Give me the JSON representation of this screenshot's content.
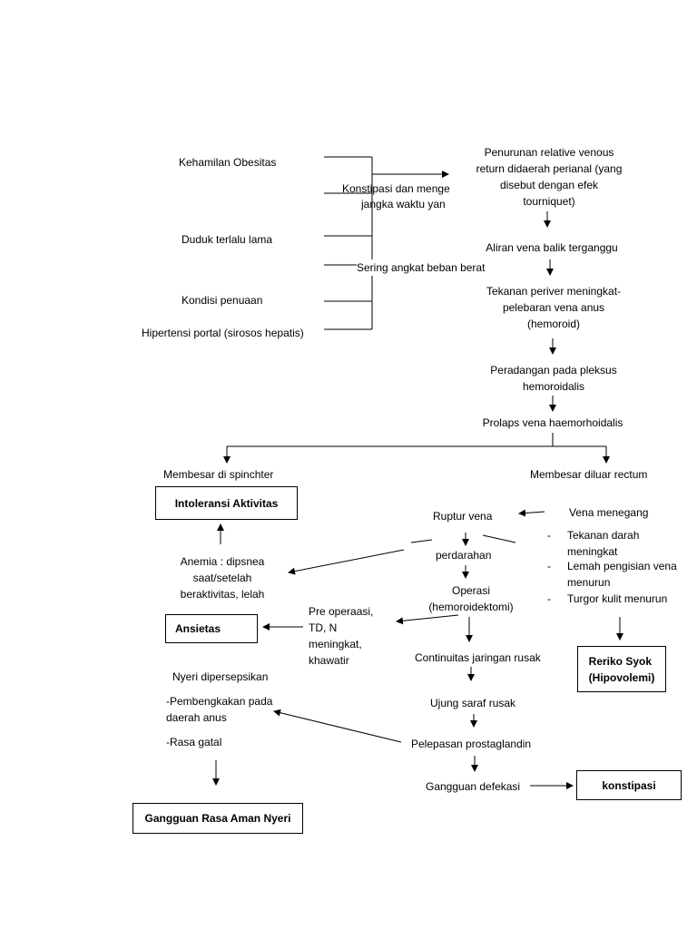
{
  "causes": {
    "kehamilan": "Kehamilan Obesitas",
    "duduk": "Duduk terlalu lama",
    "kondisi": "Kondisi penuaan",
    "hipertensi": "Hipertensi portal (sirosos hepatis)",
    "konstipasi_line1": "Konstipasi dan menge",
    "konstipasi_line2": "jangka waktu yan",
    "angkat": "Sering angkat beban berat"
  },
  "chain": {
    "penurunan": "Penurunan relative venous\nreturn didaerah perianal (yang\ndisebut dengan efek\ntourniquet)",
    "aliran": "Aliran vena balik terganggu",
    "tekanan": "Tekanan periver meningkat-\npelebaran vena anus\n(hemoroid)",
    "peradangan": "Peradangan pada pleksus\nhemoroidalis",
    "prolaps": "Prolaps vena haemorhoidalis"
  },
  "left_branch": {
    "membesar_spinchter": "Membesar di spinchter",
    "intoleransi": "Intoleransi Aktivitas",
    "anemia": "Anemia : dipsnea\nsaat/setelah\nberaktivitas, lelah",
    "ansietas": "Ansietas",
    "nyeri": "Nyeri dipersepsikan",
    "pembengkakan": "-Pembengkakan pada\ndaerah anus",
    "rasa_gatal": "-Rasa gatal",
    "gangguan_nyeri": "Gangguan Rasa Aman Nyeri"
  },
  "middle_branch": {
    "ruptur": "Ruptur vena",
    "perdarahan": "perdarahan",
    "operasi": "Operasi\n(hemoroidektomi)",
    "pre_operasi": "Pre operaasi,\nTD, N\nmeningkat,\nkhawatir",
    "continuitas": "Continuitas jaringan rusak",
    "ujung": "Ujung saraf rusak",
    "pelepasan": "Pelepasan prostaglandin",
    "gangguan_defekasi": "Gangguan defekasi",
    "konstipasi_box": "konstipasi"
  },
  "right_branch": {
    "membesar_rectum": "Membesar diluar rectum",
    "vena_menegang": "Vena menegang",
    "dash": "-",
    "tekanan_darah": "Tekanan darah\nmeningkat",
    "lemah": "Lemah pengisian vena\nmenurun",
    "turgor": "Turgor kulit menurun",
    "syok": "Reriko Syok\n(Hipovolemi)"
  }
}
